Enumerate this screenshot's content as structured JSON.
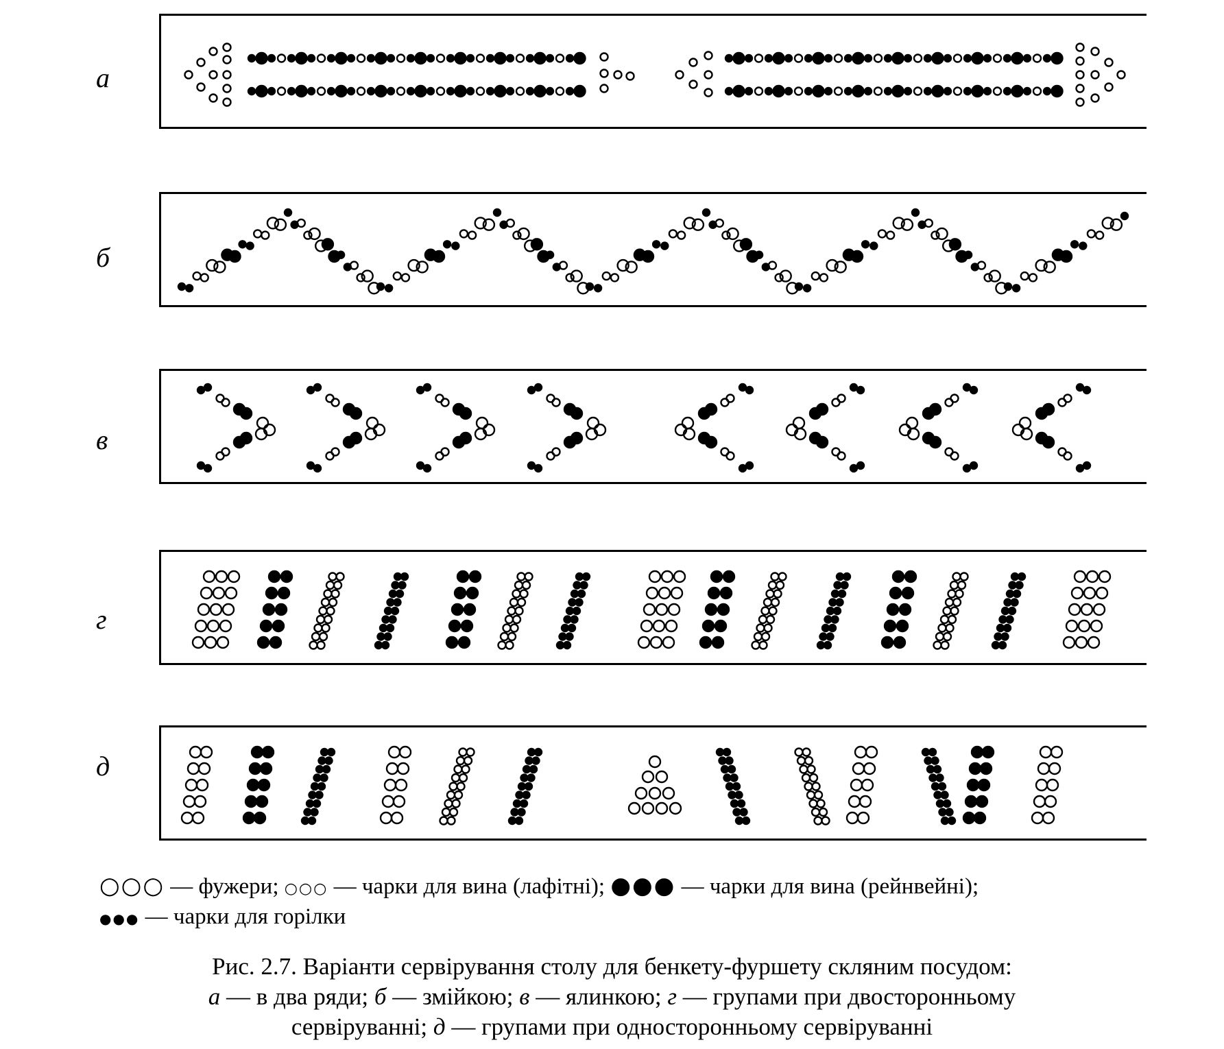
{
  "rows": [
    {
      "key": "a",
      "label": "а"
    },
    {
      "key": "b",
      "label": "б"
    },
    {
      "key": "v",
      "label": "в"
    },
    {
      "key": "g",
      "label": "г"
    },
    {
      "key": "d",
      "label": "д"
    }
  ],
  "legend": {
    "fuzher_symbol": "○○○",
    "fuzher_text": " — фужери; ",
    "lafit_symbol": "○○○",
    "lafit_text": " — чарки для вина (лафітні); ",
    "rhine_symbol": "●●●",
    "rhine_text": " — чарки для вина (рейнвейні);",
    "vodka_symbol": "●●●",
    "vodka_text": " — чарки для горілки"
  },
  "caption": {
    "line1": "Рис. 2.7. Варіанти сервірування столу для бенкету-фуршету скляним посудом:",
    "a_letter": "а",
    "a_text": " — в два ряди; ",
    "b_letter": "б",
    "b_text": " — змійкою; ",
    "v_letter": "в",
    "v_text": " — ялинкою; ",
    "g_letter": "г",
    "g_text": " — групами при двосторонньому",
    "line3_start": "сервіруванні; ",
    "d_letter": "д",
    "d_text": " — групами при односторонньому сервіруванні"
  },
  "colors": {
    "ink": "#000000",
    "paper": "#ffffff"
  }
}
